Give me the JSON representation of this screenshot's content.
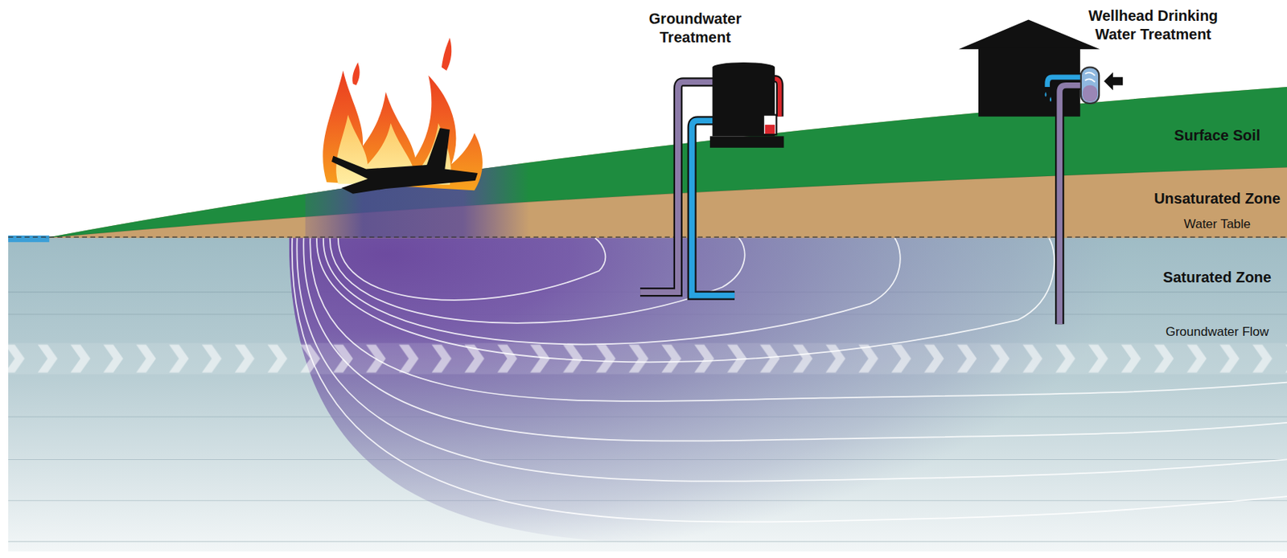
{
  "diagram": {
    "labels": [
      "Groundwater Treatment",
      "Wellhead Drinking Water Treatment",
      "Surface Soil",
      "Unsaturated Zone",
      "Water Table",
      "Saturated Zone",
      "Groundwater Flow"
    ]
  }
}
